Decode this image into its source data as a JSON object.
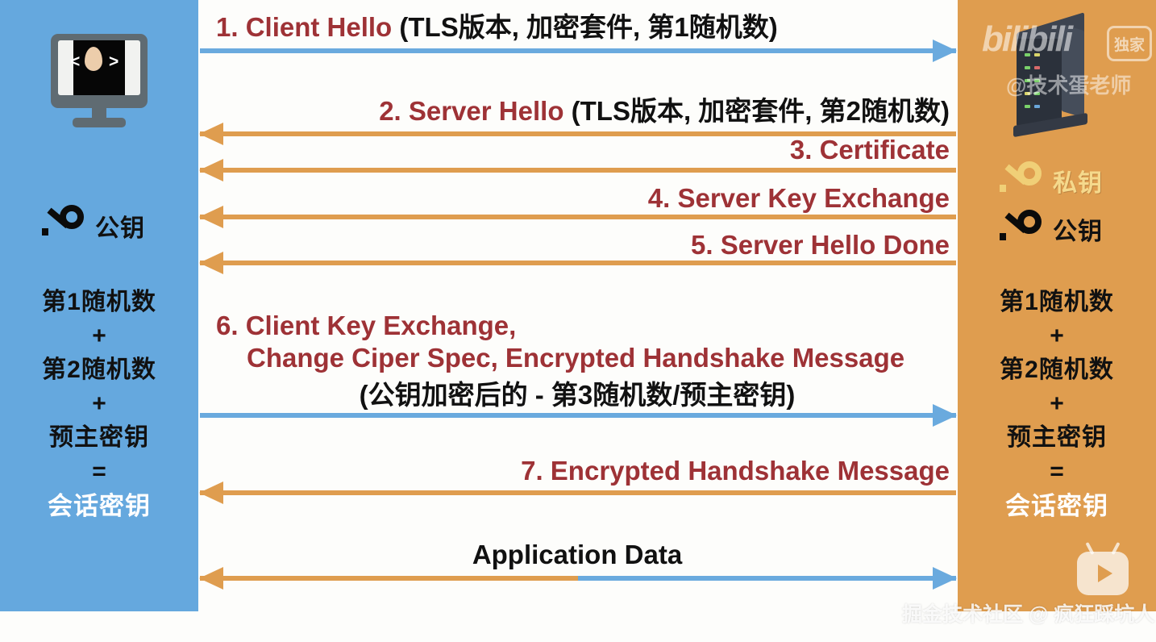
{
  "colors": {
    "client_bg": "#65a8de",
    "server_bg": "#df9d4f",
    "lane_bg": "#fdfdfb",
    "arrow_client_to_server": "#6aaade",
    "arrow_server_to_client": "#df9d4f",
    "protocol_text": "#9e3236",
    "detail_text": "#111111",
    "session_key_text": "#ffffff",
    "private_key_gold": "#f0cf77"
  },
  "client": {
    "icon": "computer-monitor-icon",
    "key_label": "公钥",
    "key_icon": "black-key-icon",
    "derivation": {
      "lines": [
        "第1随机数",
        "+",
        "第2随机数",
        "+",
        "预主密钥",
        "="
      ],
      "result": "会话密钥"
    }
  },
  "server": {
    "icon": "server-tower-icon",
    "private_key_label": "私钥",
    "private_key_icon": "gold-key-icon",
    "public_key_label": "公钥",
    "public_key_icon": "black-key-icon",
    "derivation": {
      "lines": [
        "第1随机数",
        "+",
        "第2随机数",
        "+",
        "预主密钥",
        "="
      ],
      "result": "会话密钥"
    }
  },
  "messages": [
    {
      "id": "client-hello",
      "number": "1.",
      "protocol": "1. Client Hello",
      "detail": "(TLS版本, 加密套件, 第1随机数)",
      "direction": "client-to-server",
      "align": "left"
    },
    {
      "id": "server-hello",
      "number": "2.",
      "protocol": "2. Server Hello",
      "detail": "(TLS版本, 加密套件, 第2随机数)",
      "direction": "server-to-client",
      "align": "right"
    },
    {
      "id": "certificate",
      "number": "3.",
      "protocol": "3. Certificate",
      "detail": "",
      "direction": "server-to-client",
      "align": "right"
    },
    {
      "id": "server-key-exchange",
      "number": "4.",
      "protocol": "4. Server Key Exchange",
      "detail": "",
      "direction": "server-to-client",
      "align": "right"
    },
    {
      "id": "server-hello-done",
      "number": "5.",
      "protocol": "5. Server Hello Done",
      "detail": "",
      "direction": "server-to-client",
      "align": "right"
    },
    {
      "id": "client-key-exchange",
      "number": "6.",
      "protocol_line1": "6. Client Key Exchange,",
      "protocol_line2": "Change Ciper Spec,  Encrypted Handshake Message",
      "detail": "(公钥加密后的 - 第3随机数/预主密钥)",
      "direction": "client-to-server",
      "align": "left"
    },
    {
      "id": "encrypted-handshake-message",
      "number": "7.",
      "protocol": "7. Encrypted Handshake Message",
      "detail": "",
      "direction": "server-to-client",
      "align": "right"
    },
    {
      "id": "application-data",
      "number": "",
      "protocol": "Application Data",
      "detail": "",
      "direction": "bidirectional",
      "align": "center"
    }
  ],
  "watermarks": {
    "bilibili": "bilibili",
    "exclusive_badge": "独家",
    "author": "@技术蛋老师",
    "bottom": "掘金技术社区 @ 疯狂踩坑人",
    "tv_icon": "bilibili-tv-icon"
  }
}
